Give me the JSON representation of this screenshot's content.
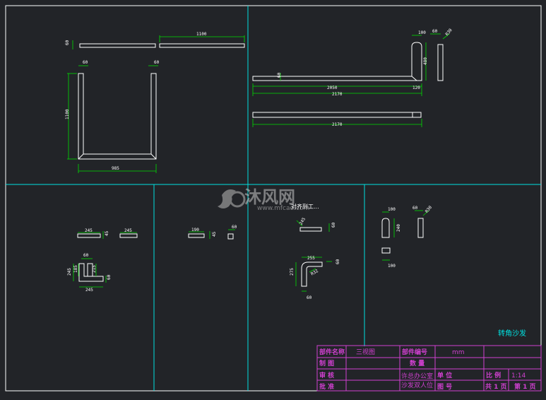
{
  "watermark": {
    "brand": "沐风网",
    "url": "www.mfcad.com",
    "overlay": "对齐到工..."
  },
  "drawing_label": "转角沙发",
  "dimensions": {
    "top_left": {
      "d1": "60",
      "d2": "1100",
      "d3": "60",
      "d4": "60",
      "d5": "1100",
      "d6": "985"
    },
    "top_right": {
      "d1": "100",
      "d2": "60",
      "d3": "R30",
      "d4": "480",
      "d5": "60",
      "d6": "2050",
      "d7": "120",
      "d8": "2170",
      "d9": "2170"
    },
    "bottom_1": {
      "d1": "245",
      "d2": "45",
      "d3": "245",
      "d4": "60",
      "d5": "245",
      "d6": "185",
      "d7": "215",
      "d8": "60",
      "d9": "245"
    },
    "bottom_2": {
      "d1": "190",
      "d2": "45",
      "d3": "60"
    },
    "bottom_3": {
      "d1": "245",
      "d2": "60",
      "d3": "255",
      "d4": "60",
      "d5": "275",
      "d6": "R32",
      "d7": "60"
    },
    "bottom_4": {
      "d1": "100",
      "d2": "60",
      "d3": "R30",
      "d4": "240",
      "d5": "100"
    }
  },
  "title_block": {
    "part_name_label": "部件名称",
    "part_name_value": "三视图",
    "part_code_label": "部件编号",
    "part_code_value": "mm",
    "drawn_label": "制 图",
    "qty_label": "数 量",
    "check_label": "审 核",
    "project_line1": "许总办公室",
    "project_line2": "沙发双人位",
    "unit_label": "单 位",
    "scale_label": "比 例",
    "scale_value": "1:14",
    "approve_label": "批 准",
    "drawing_no_label": "图 号",
    "sheet_total": "共 1 页",
    "sheet_num": "第 1 页"
  }
}
